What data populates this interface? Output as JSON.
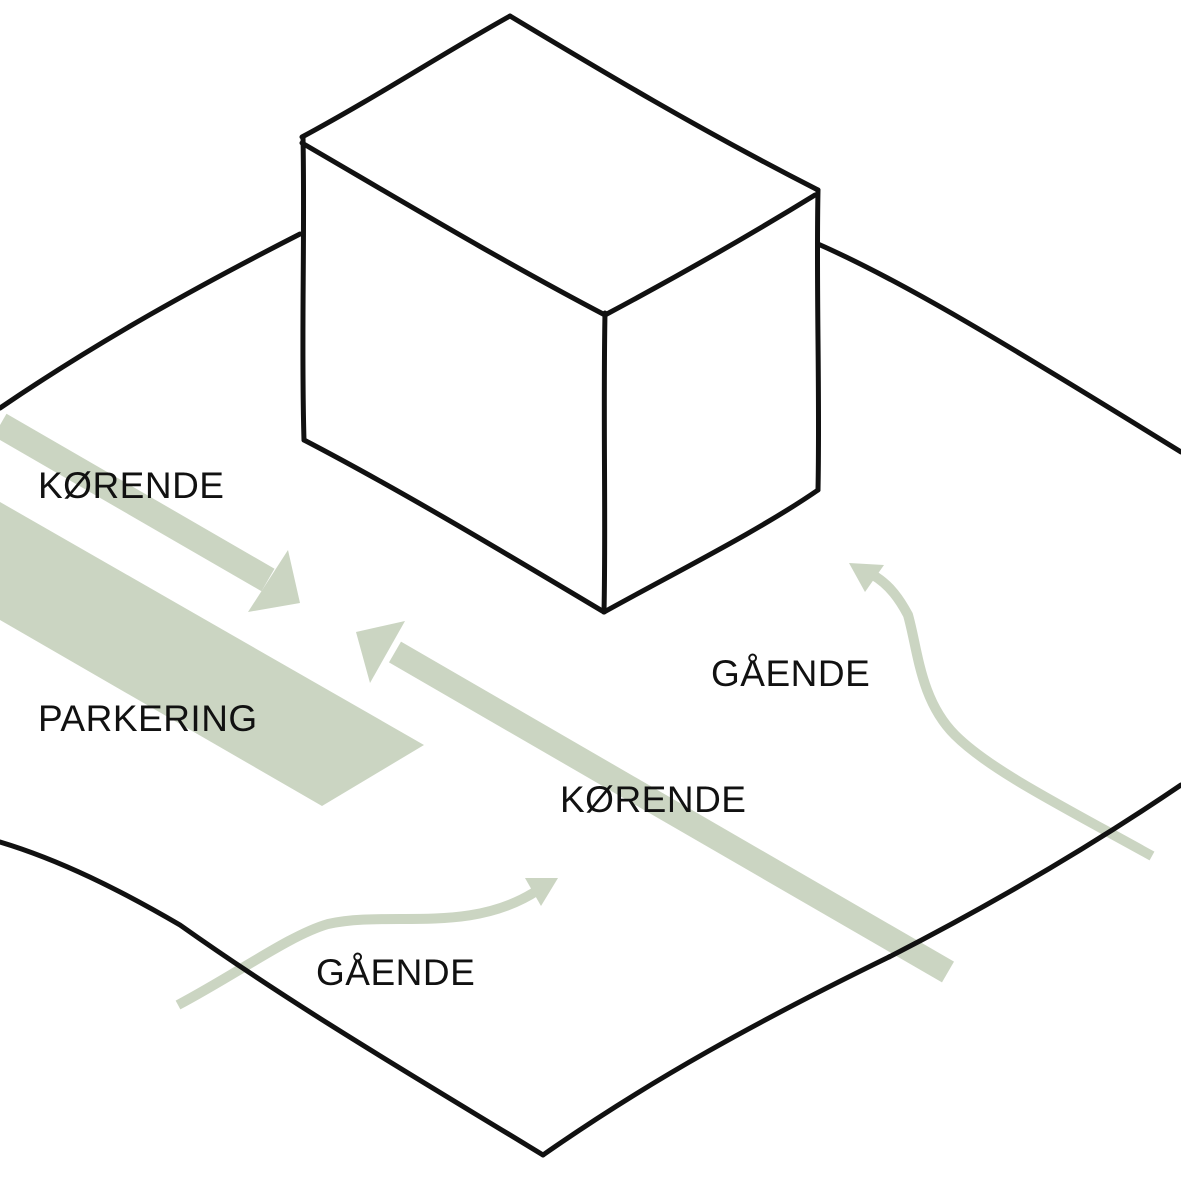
{
  "colors": {
    "ink": "#111111",
    "flow": "#cbd5c2",
    "background": "#ffffff"
  },
  "labels": {
    "korende_top": "KØRENDE",
    "parkering": "PARKERING",
    "korende_center": "KØRENDE",
    "gaende_right": "GÅENDE",
    "gaende_bottom": "GÅENDE"
  }
}
